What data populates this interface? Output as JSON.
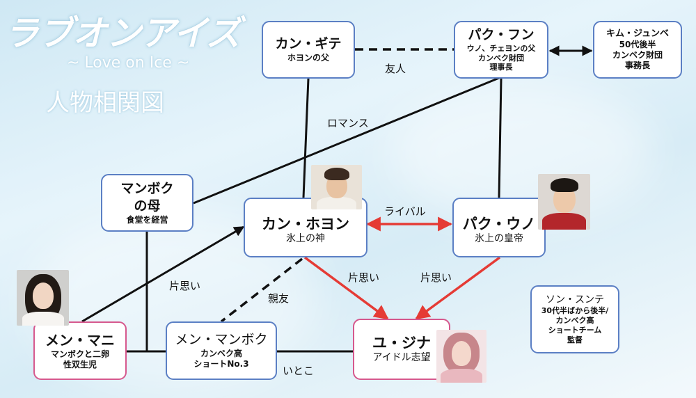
{
  "title": {
    "main": "ラブオンアイズ",
    "sub": "~ Love on Ice ~",
    "chart": "人物相関図"
  },
  "nodes": {
    "kang_gite": {
      "name": "カン・ギテ",
      "desc": [
        "ホヨンの父"
      ]
    },
    "park_hun": {
      "name": "パク・フン",
      "desc": [
        "ウノ、チェヨンの父",
        "カンベク財団",
        "理事長"
      ]
    },
    "kim_junbe": {
      "name": "キム・ジュンベ",
      "desc": [
        "50代後半",
        "カンベク財団",
        "事務長"
      ]
    },
    "manbok_mother": {
      "name": "マンボク\nの母",
      "desc": [
        "食堂を経営"
      ]
    },
    "kang_hoyon": {
      "name": "カン・ホヨン",
      "desc": [
        "氷上の神"
      ]
    },
    "park_uno": {
      "name": "パク・ウノ",
      "desc": [
        "氷上の皇帝"
      ]
    },
    "men_mani": {
      "name": "メン・マニ",
      "desc": [
        "マンボクと二卵",
        "性双生児"
      ]
    },
    "men_manbok": {
      "name": "メン・マンボク",
      "desc": [
        "カンベク高",
        "ショートNo.3"
      ]
    },
    "yu_jina": {
      "name": "ユ・ジナ",
      "desc": [
        "アイドル志望"
      ]
    },
    "son_sunte": {
      "name": "ソン・スンテ",
      "desc": [
        "30代半ばから後半/",
        "カンベク高",
        "ショートチーム",
        "監督"
      ]
    }
  },
  "labels": {
    "friend": "友人",
    "romance": "ロマンス",
    "rival": "ライバル",
    "unrequited_mani": "片思い",
    "best_friend": "親友",
    "unrequited_hoyon": "片思い",
    "unrequited_uno": "片思い",
    "cousin": "いとこ"
  },
  "colors": {
    "blue_border": "#5b7fc4",
    "pink_border": "#d6588d",
    "red_arrow": "#e53b35",
    "line": "#111111"
  },
  "photos": {
    "hoyon": "photo-male-smiling",
    "uno": "photo-male",
    "mani": "photo-female",
    "jina": "photo-female-idol"
  }
}
